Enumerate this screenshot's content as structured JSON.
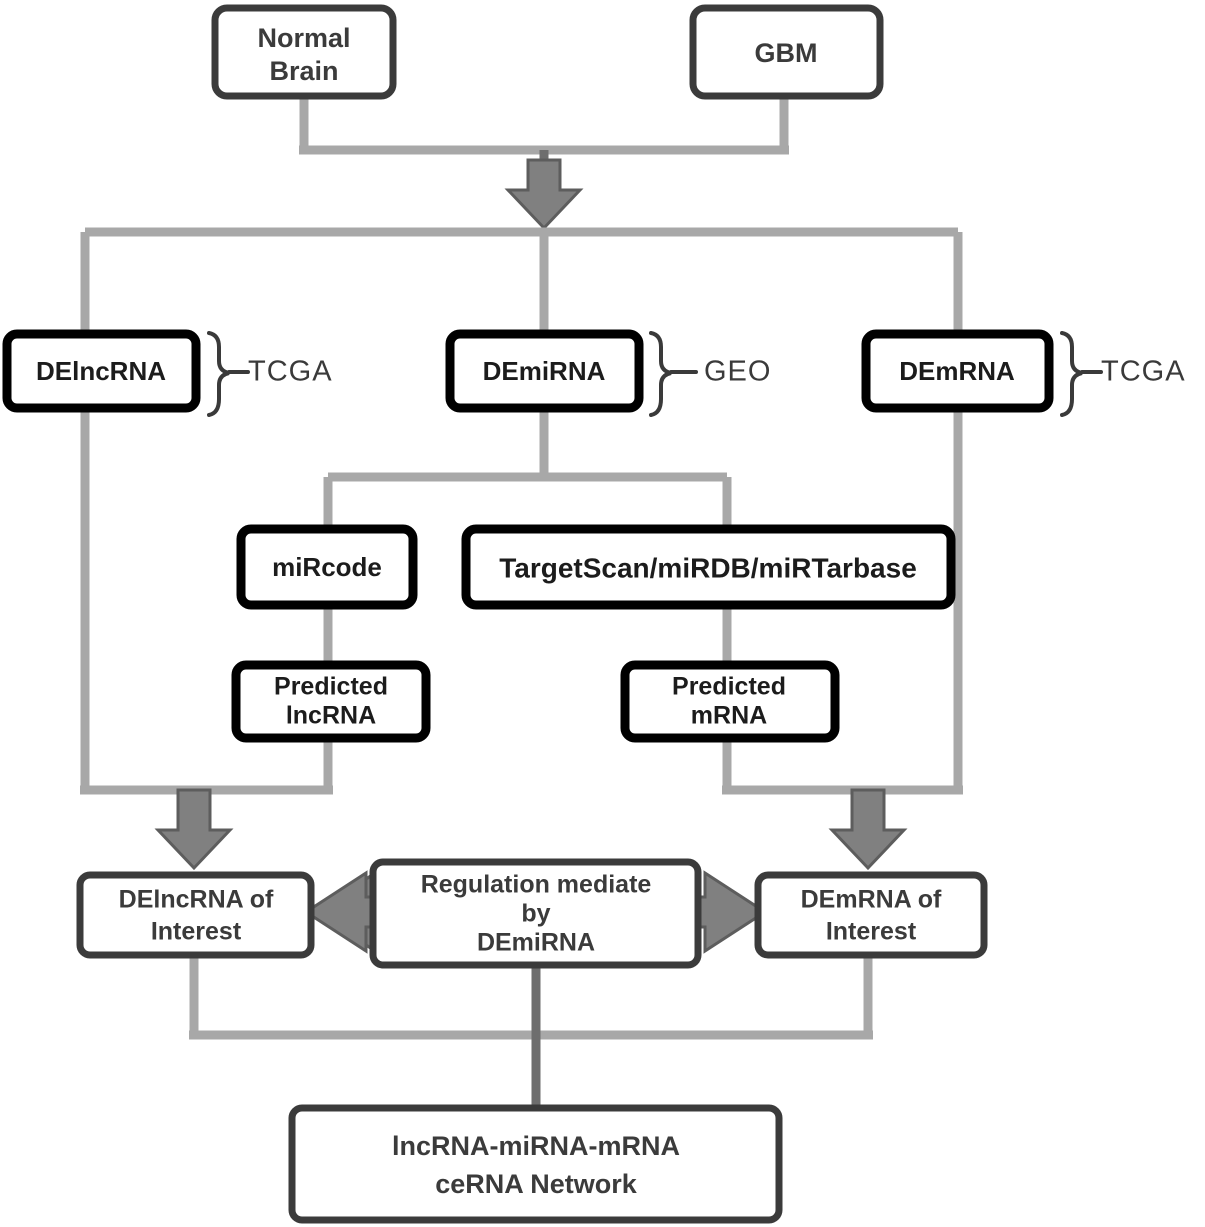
{
  "diagram": {
    "title": "lncRNA-miRNA-mRNA ceRNA network construction workflow",
    "colors": {
      "connector_gray": "#a8a8a8",
      "connector_dark_gray": "#6e6e6e",
      "arrow_fill": "#808080",
      "arrow_stroke": "#5d5d5d",
      "box_border_black": "#000000",
      "box_border_gray": "#3b3b3b",
      "box_fill": "#ffffff",
      "text_dark": "#1c1c1c"
    },
    "nodes": {
      "normal_brain": {
        "lines": [
          "Normal",
          "Brain"
        ]
      },
      "gbm": {
        "lines": [
          "GBM"
        ]
      },
      "delncrna": {
        "lines": [
          "DElncRNA"
        ]
      },
      "demirna": {
        "lines": [
          "DEmiRNA"
        ]
      },
      "demrna": {
        "lines": [
          "DEmRNA"
        ]
      },
      "mircode": {
        "lines": [
          "miRcode"
        ]
      },
      "targetscan": {
        "lines": [
          "TargetScan/miRDB/miRTarbase"
        ]
      },
      "predicted_lncrna": {
        "lines": [
          "Predicted",
          "lncRNA"
        ]
      },
      "predicted_mrna": {
        "lines": [
          "Predicted",
          "mRNA"
        ]
      },
      "delncrna_interest": {
        "lines": [
          "DElncRNA of",
          "Interest"
        ]
      },
      "regulation": {
        "lines": [
          "Regulation mediate",
          "by",
          "DEmiRNA"
        ]
      },
      "demrna_interest": {
        "lines": [
          "DEmRNA of",
          "Interest"
        ]
      },
      "cerna_network": {
        "lines": [
          "lncRNA-miRNA-mRNA",
          "ceRNA Network"
        ]
      }
    },
    "source_labels": {
      "delncrna_source": "TCGA",
      "demirna_source": "GEO",
      "demrna_source": "TCGA"
    }
  }
}
